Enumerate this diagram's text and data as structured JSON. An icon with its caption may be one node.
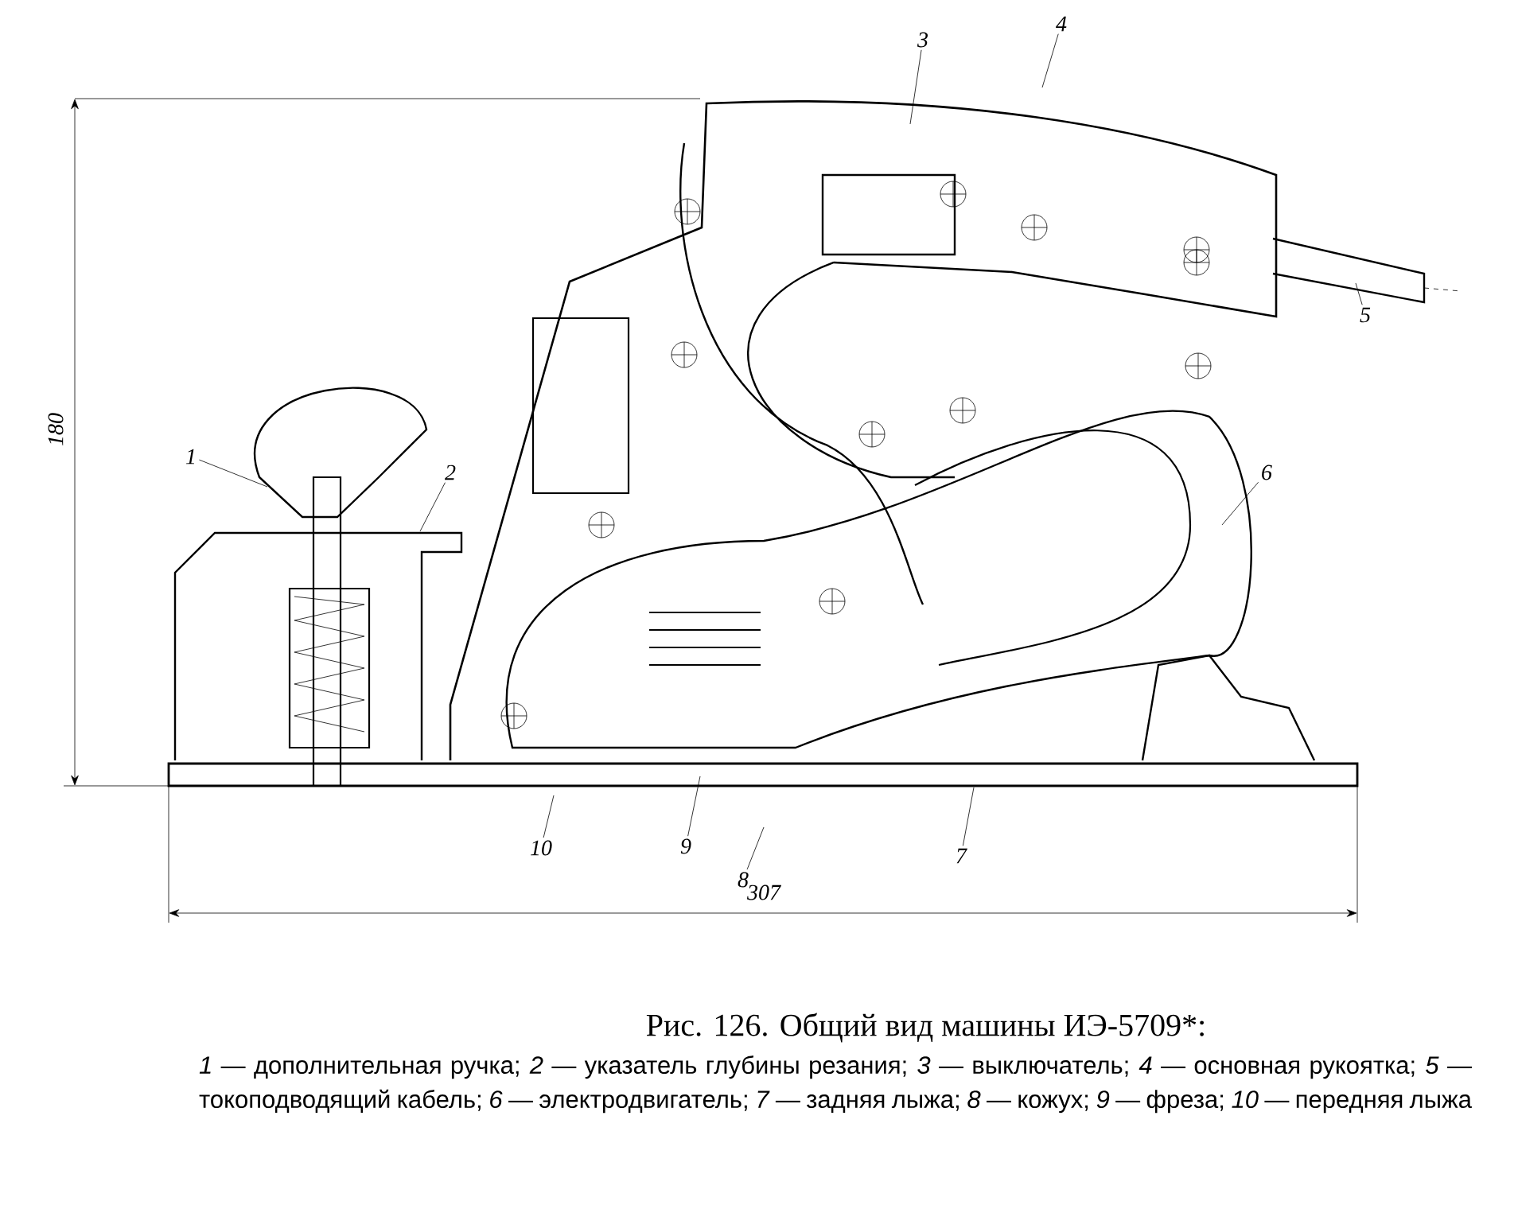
{
  "diagram": {
    "title": "Рис. 126. Общий вид машины ИЭ-5709*:",
    "caption": "*1* — дополнительная ручка; *2* — указатель глубины резания; *3* — выключатель; *4* — основная рукоятка; *5* — токоподводящий кабель; *6* — электродвигатель; *7* — задняя лыжа; *8* — кожух; *9* — фреза; *10* — передняя лыжа",
    "nodes": [
      {
        "text": [
          "1"
        ]
      },
      {
        "text": [
          "2"
        ]
      },
      {
        "text": [
          "3"
        ]
      },
      {
        "text": [
          "4"
        ]
      },
      {
        "text": [
          "5"
        ]
      },
      {
        "text": [
          "6"
        ]
      },
      {
        "text": [
          "7"
        ]
      },
      {
        "text": [
          "8"
        ]
      },
      {
        "text": [
          "9"
        ]
      },
      {
        "text": [
          "10"
        ]
      }
    ],
    "edges": [
      {
        "from": 0,
        "to": null,
        "arrow": "none"
      },
      {
        "from": 1,
        "to": null,
        "arrow": "none"
      },
      {
        "from": 2,
        "to": null,
        "arrow": "none"
      },
      {
        "from": 3,
        "to": null,
        "arrow": "none"
      },
      {
        "from": 4,
        "to": null,
        "arrow": "none"
      },
      {
        "from": 5,
        "to": null,
        "arrow": "none"
      },
      {
        "from": 6,
        "to": null,
        "arrow": "none"
      },
      {
        "from": 7,
        "to": null,
        "arrow": "none"
      },
      {
        "from": 8,
        "to": null,
        "arrow": "none"
      },
      {
        "from": 9,
        "to": null,
        "arrow": "none"
      }
    ],
    "labels": [
      "180",
      "307"
    ]
  }
}
